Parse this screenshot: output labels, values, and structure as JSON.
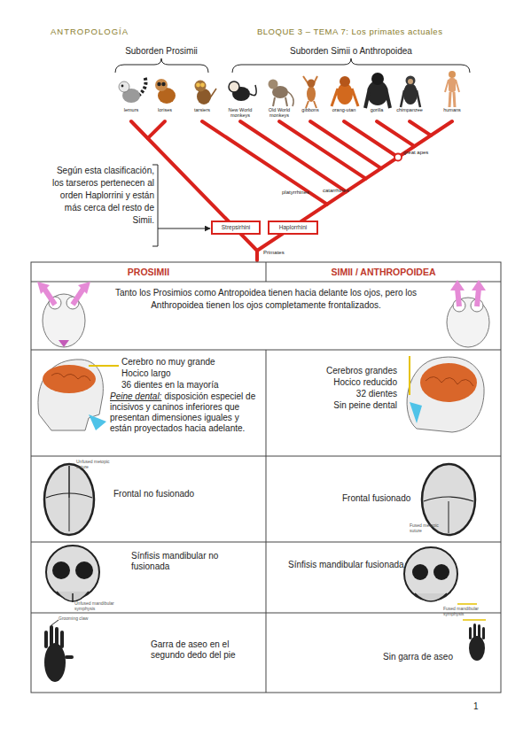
{
  "diagram": {
    "title": "BLOQUE 3 – TEMA 7: Los primates actuales",
    "nodes": [
      {
        "text": [
          "Strepsirhini"
        ]
      },
      {
        "text": [
          "Haplorrhini"
        ]
      }
    ],
    "labels": [
      "ANTROPOLOGÍA",
      "Suborden Prosimii",
      "Suborden Simii o Anthropoidea",
      "lemurs",
      "lorises",
      "tarsiers",
      "New World monkeys",
      "Old World monkeys",
      "gibbons",
      "orang-utan",
      "gorilla",
      "chimpanzee",
      "humans",
      "great apes",
      "platyrrhines",
      "catarrhines",
      "Primates",
      "Según esta clasificación, los tarseros pertenecen al orden Haplorrini y están más cerca del resto de Simii.",
      "PROSIMII",
      "SIMII / ANTHROPOIDEA",
      "Tanto los Prosimios como Antropoidea tienen hacia delante los ojos, pero los Anthropoidea tienen los ojos completamente frontalizados.",
      "Cerebro no muy grande",
      "Hocico largo",
      "36 dientes en la mayoría",
      "Peine dental:",
      "disposición especiel de incisivos y caninos inferiores que presentan dimensiones iguales y están proyectados hacia adelante.",
      "Cerebros grandes",
      "Hocico reducido",
      "32 dientes",
      "Sin peine dental",
      "Unfused metopic suture",
      "Frontal no fusionado",
      "Frontal fusionado",
      "Fused metopic suture",
      "Unfused mandibular symphysis",
      "Sínfisis mandibular no fusionada",
      "Sínfisis mandibular fusionada",
      "Fused mandibular symphysis",
      "Grooming claw",
      "Garra de aseo en el segundo dedo del pie",
      "Sin garra de aseo",
      "1"
    ]
  }
}
